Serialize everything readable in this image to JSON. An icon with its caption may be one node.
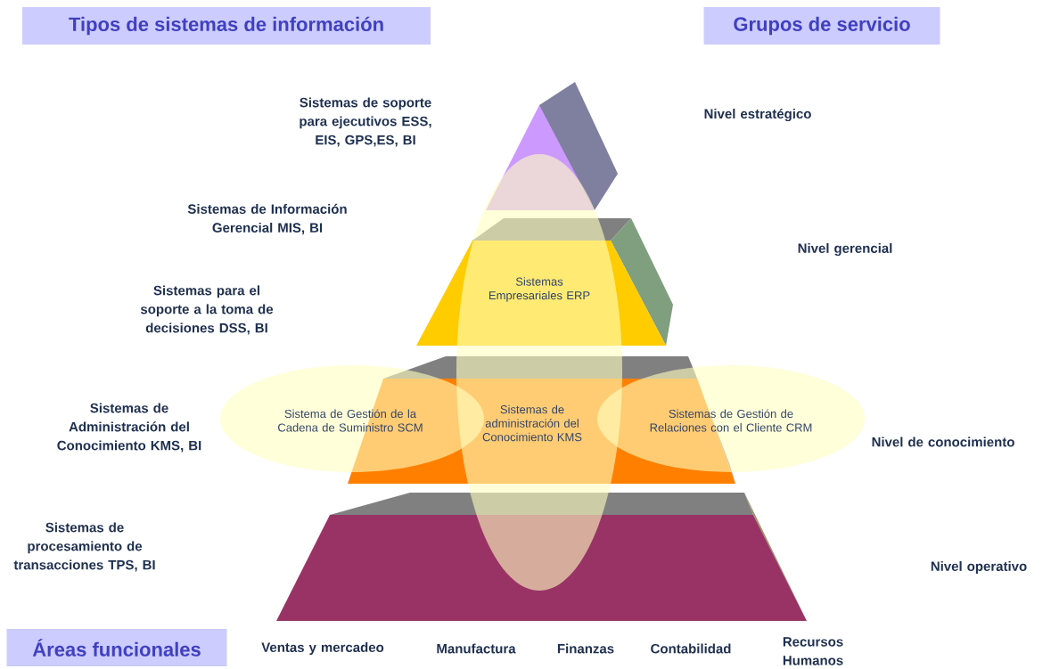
{
  "diagram": {
    "nodes": [
      {
        "text": [
          "Tipos de sistemas de información"
        ]
      },
      {
        "text": [
          "Grupos de servicio"
        ]
      },
      {
        "text": [
          "Áreas funcionales"
        ]
      },
      {
        "text": [
          "Sistemas Empresariales ERP",
          "Sistemas de administración del Conocimiento KMS"
        ]
      },
      {
        "text": [
          "Sistema de Gestión de la Cadena de Suministro SCM"
        ]
      },
      {
        "text": [
          "Sistemas de Gestión de Relaciones con el Cliente CRM"
        ]
      }
    ],
    "labels": [
      "Sistemas de soporte para ejecutivos ESS, EIS, GPS,ES, BI",
      "Nivel estratégico",
      "Sistemas de Información Gerencial MIS, BI",
      "Nivel gerencial",
      "Sistemas para el soporte a la toma de decisiones DSS, BI",
      "Sistemas de Administración del Conocimiento KMS, BI",
      "Nivel de conocimiento",
      "Sistemas de procesamiento de transacciones TPS, BI",
      "Nivel operativo",
      "Ventas y mercadeo",
      "Manufactura",
      "Finanzas",
      "Contabilidad",
      "Recursos Humanos"
    ]
  }
}
